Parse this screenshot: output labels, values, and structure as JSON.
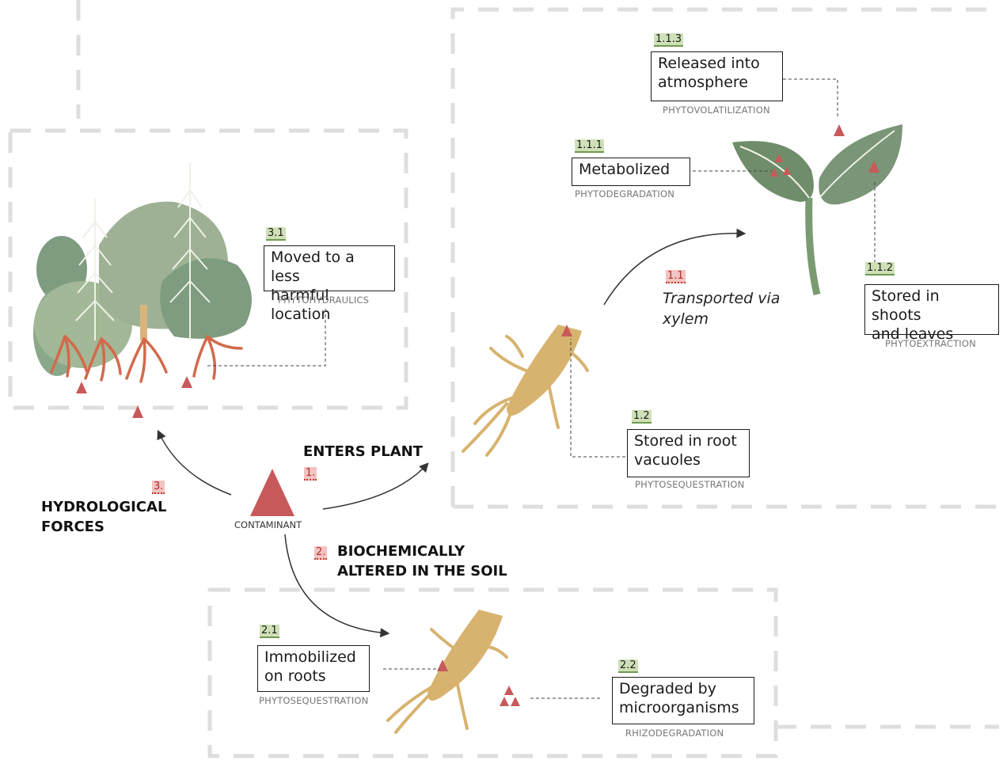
{
  "contaminant": {
    "label": "CONTAMINANT"
  },
  "paths": {
    "enters_plant": {
      "number": "1.",
      "title": "ENTERS PLANT"
    },
    "biochemical": {
      "number": "2.",
      "title": "BIOCHEMICALLY\nALTERED IN THE SOIL"
    },
    "hydrological": {
      "number": "3.",
      "title": "HYDROLOGICAL\nFORCES"
    }
  },
  "transport": {
    "number": "1.1",
    "text": "Transported via\nxylem"
  },
  "nodes": [
    {
      "id": "1.1.3",
      "text": "Released into\natmosphere",
      "process": "PHYTOVOLATILIZATION"
    },
    {
      "id": "1.1.1",
      "text": "Metabolized",
      "process": "PHYTODEGRADATION"
    },
    {
      "id": "1.1.2",
      "text": "Stored in shoots\nand leaves",
      "process": "PHYTOEXTRACTION"
    },
    {
      "id": "1.2",
      "text": "Stored in root\nvacuoles",
      "process": "PHYTOSEQUESTRATION"
    },
    {
      "id": "3.1",
      "text": "Moved to a less\nharmful location",
      "process": "PHYTOHYDRAULICS"
    },
    {
      "id": "2.1",
      "text": "Immobilized\non roots",
      "process": "PHYTOSEQUESTRATION"
    },
    {
      "id": "2.2",
      "text": "Degraded by\nmicroorganisms",
      "process": "RHIZODEGRADATION"
    }
  ],
  "colors": {
    "contaminant": "#c8595a",
    "leaf": "#6f8d6a",
    "tree": "#8aa57f",
    "root": "#d7b36f",
    "tree_root": "#d26a4b",
    "badge_green": "#cfe0b7",
    "badge_red": "#f3c3c1",
    "dash_frame": "#dedede"
  }
}
